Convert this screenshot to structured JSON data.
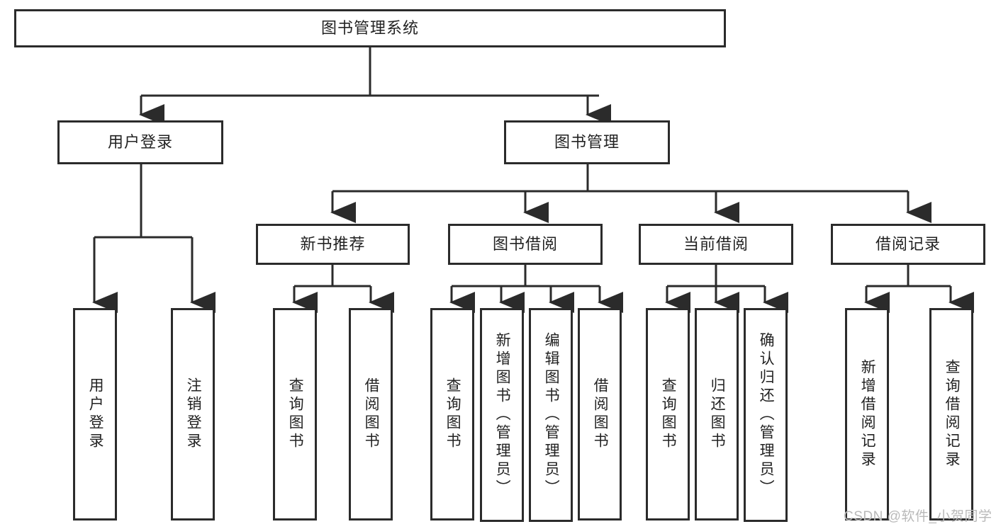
{
  "diagram": {
    "title": "图书管理系统",
    "type": "tree-hierarchy",
    "nodes": {
      "root": {
        "label": "图书管理系统"
      },
      "l1": [
        {
          "id": "user-login",
          "label": "用户登录"
        },
        {
          "id": "book-manage",
          "label": "图书管理"
        }
      ],
      "l2": [
        {
          "id": "new-book-rec",
          "label": "新书推荐"
        },
        {
          "id": "book-borrow",
          "label": "图书借阅"
        },
        {
          "id": "current-borrow",
          "label": "当前借阅"
        },
        {
          "id": "borrow-record",
          "label": "借阅记录"
        }
      ],
      "leaves": [
        {
          "id": "leaf-user-login",
          "label": "用户登录"
        },
        {
          "id": "leaf-logout-login",
          "label": "注销登录"
        },
        {
          "id": "leaf-query-book-1",
          "label": "查询图书"
        },
        {
          "id": "leaf-borrow-book-1",
          "label": "借阅图书"
        },
        {
          "id": "leaf-query-book-2",
          "label": "查询图书"
        },
        {
          "id": "leaf-add-book-admin",
          "label": "新增图书（管理员）"
        },
        {
          "id": "leaf-edit-book-admin",
          "label": "编辑图书（管理员）"
        },
        {
          "id": "leaf-borrow-book-2",
          "label": "借阅图书"
        },
        {
          "id": "leaf-query-book-3",
          "label": "查询图书"
        },
        {
          "id": "leaf-return-book",
          "label": "归还图书"
        },
        {
          "id": "leaf-confirm-return-admin",
          "label": "确认归还（管理员）"
        },
        {
          "id": "leaf-add-borrow-record",
          "label": "新增借阅记录"
        },
        {
          "id": "leaf-query-borrow-record",
          "label": "查询借阅记录"
        }
      ]
    },
    "colors": {
      "stroke": "#2b2b2b",
      "fill": "#ffffff",
      "text": "#222222",
      "watermark": "#b9b9b9"
    }
  },
  "watermark": {
    "text": "CSDN @软件_小贺同学"
  }
}
